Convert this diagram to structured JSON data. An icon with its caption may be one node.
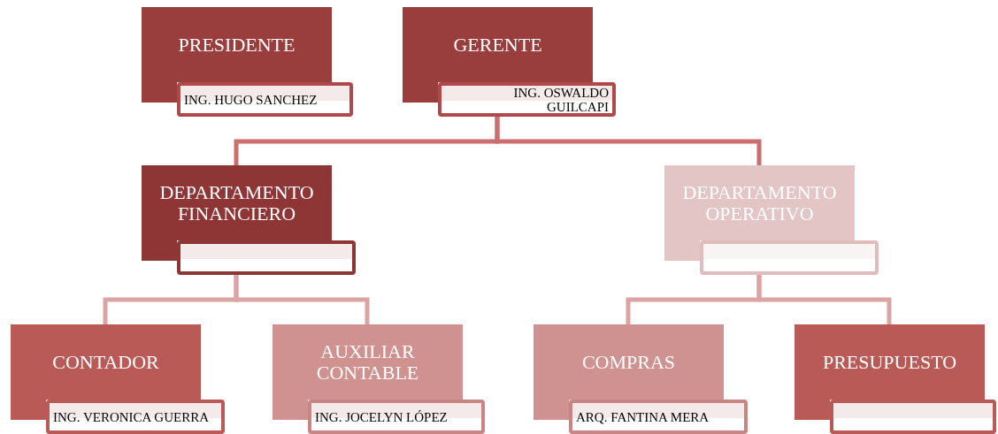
{
  "diagram": {
    "nodes": [
      {
        "text": [
          "PRESIDENTE"
        ]
      },
      {
        "text": [
          "ING. HUGO SANCHEZ"
        ]
      },
      {
        "text": [
          "GERENTE"
        ]
      },
      {
        "text": [
          "ING. OSWALDO GUILCAPI"
        ]
      },
      {
        "text": [
          "DEPARTAMENTO FINANCIERO"
        ]
      },
      {
        "text": [],
        "shape": "box"
      },
      {
        "text": [
          "DEPARTAMENTO OPERATIVO"
        ]
      },
      {
        "text": [],
        "shape": "box"
      },
      {
        "text": [
          "CONTADOR"
        ]
      },
      {
        "text": [
          "ING. VERONICA GUERRA"
        ]
      },
      {
        "text": [
          "AUXILIAR CONTABLE"
        ]
      },
      {
        "text": [
          "ING. JOCELYN LÓPEZ"
        ]
      },
      {
        "text": [
          "COMPRAS"
        ]
      },
      {
        "text": [
          "ARQ. FANTINA MERA"
        ]
      },
      {
        "text": [
          "PRESUPUESTO"
        ]
      },
      {
        "text": [],
        "shape": "box"
      }
    ],
    "edges": [
      {
        "from": 3,
        "to": 4,
        "arrow": "none",
        "color": "#c96f6f"
      },
      {
        "from": 3,
        "to": 6,
        "arrow": "none",
        "color": "#c96f6f"
      },
      {
        "from": 5,
        "to": 8,
        "arrow": "none"
      },
      {
        "from": 5,
        "to": 10,
        "arrow": "none"
      },
      {
        "from": 7,
        "to": 12,
        "arrow": "none"
      },
      {
        "from": 7,
        "to": 14,
        "arrow": "none"
      }
    ]
  }
}
